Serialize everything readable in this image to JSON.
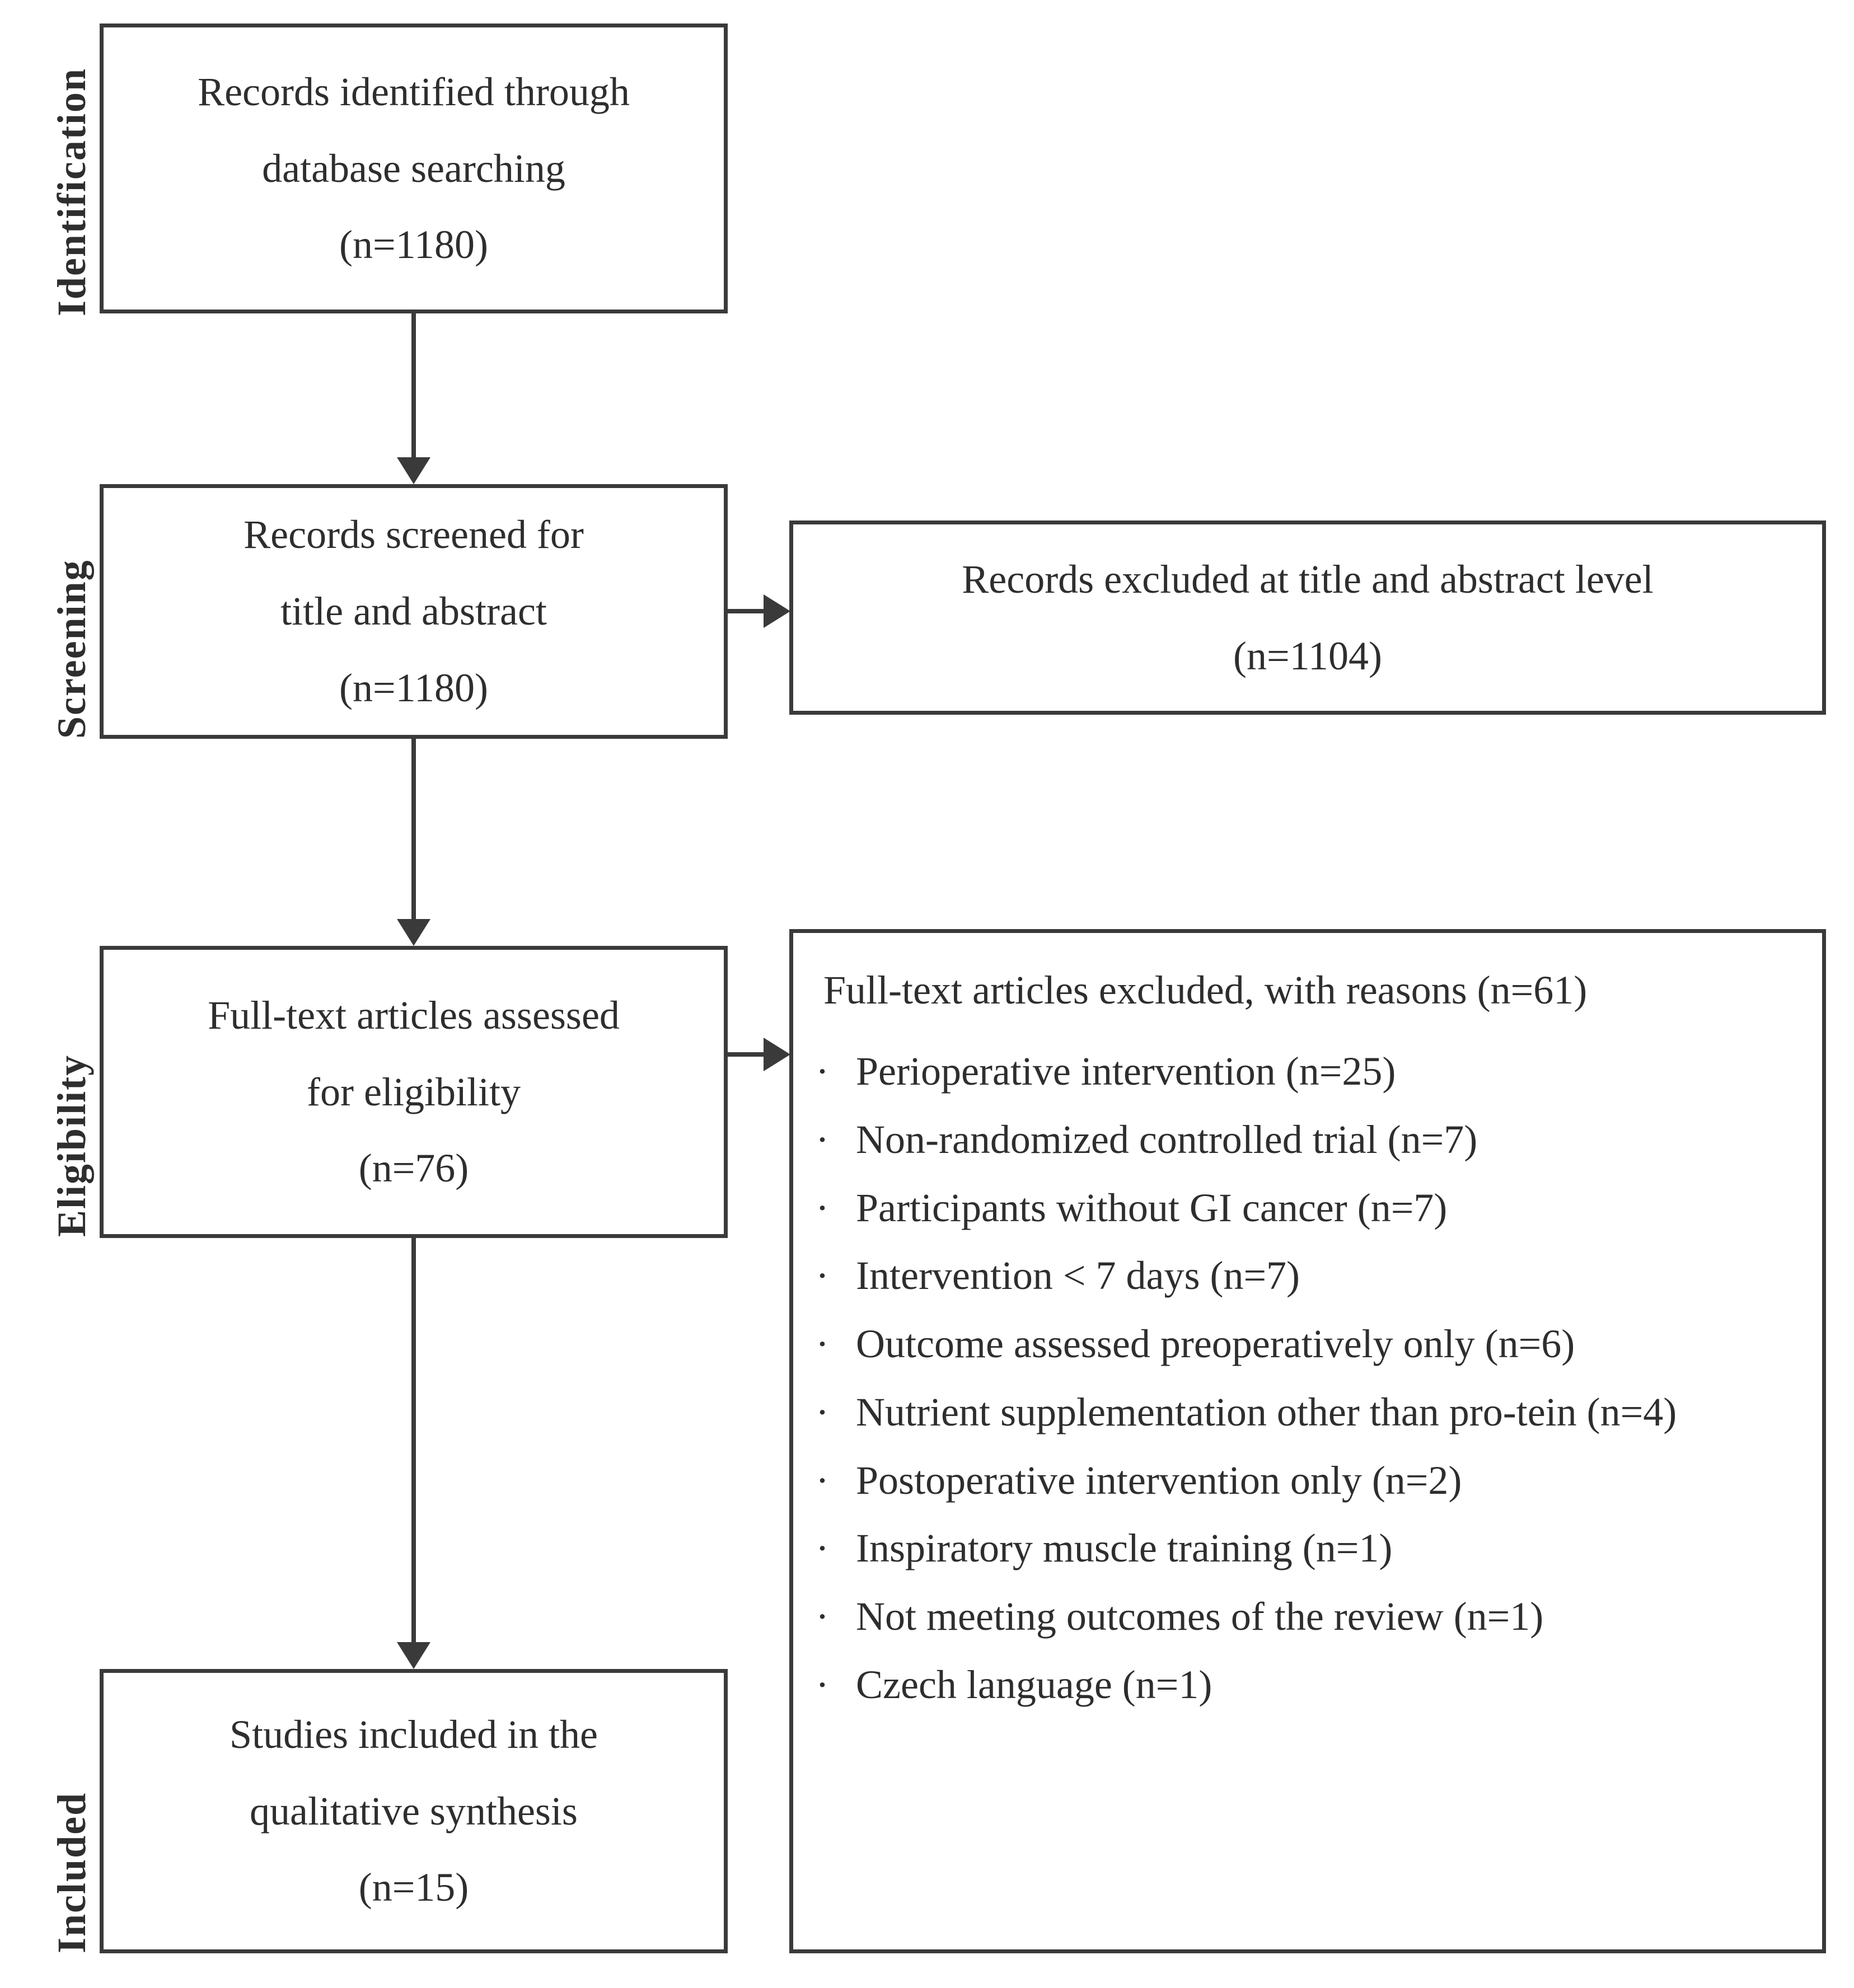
{
  "diagram": {
    "type": "prisma-flow-diagram",
    "stages": [
      {
        "id": "identification",
        "label": "Identification"
      },
      {
        "id": "screening",
        "label": "Screening"
      },
      {
        "id": "eligibility",
        "label": "Eligibility"
      },
      {
        "id": "included",
        "label": "Included"
      }
    ],
    "boxes": {
      "identified": {
        "line1": "Records identified through",
        "line2": "database searching",
        "line3": "(n=1180)",
        "n": 1180
      },
      "screened": {
        "line1": "Records screened for",
        "line2": "title and abstract",
        "line3": "(n=1180)",
        "n": 1180
      },
      "excluded_screening": {
        "line1": "Records excluded at title and abstract level",
        "line2": "(n=1104)",
        "n": 1104
      },
      "fulltext_assessed": {
        "line1": "Full-text articles assessed",
        "line2": "for eligibility",
        "line3": "(n=76)",
        "n": 76
      },
      "fulltext_excluded": {
        "title": "Full-text articles excluded, with reasons (n=61)",
        "n": 61,
        "bullet_glyph": "·",
        "reasons": [
          {
            "text": "Perioperative intervention (n=25)",
            "n": 25
          },
          {
            "text": "Non-randomized controlled trial (n=7)",
            "n": 7
          },
          {
            "text": "Participants without GI cancer (n=7)",
            "n": 7
          },
          {
            "text": "Intervention < 7 days (n=7)",
            "n": 7
          },
          {
            "text": "Outcome assessed preoperatively only (n=6)",
            "n": 6
          },
          {
            "text": "Nutrient supplementation other than pro-tein (n=4)",
            "n": 4
          },
          {
            "text": "Postoperative intervention only (n=2)",
            "n": 2
          },
          {
            "text": "Inspiratory muscle training (n=1)",
            "n": 1
          },
          {
            "text": "Not meeting outcomes of the review (n=1)",
            "n": 1
          },
          {
            "text": "Czech language (n=1)",
            "n": 1
          }
        ]
      },
      "included_synthesis": {
        "line1": "Studies included in the",
        "line2": "qualitative synthesis",
        "line3": "(n=15)",
        "n": 15
      }
    },
    "colors": {
      "stroke": "#3a3a3a",
      "text": "#2e2e2e",
      "background": "#ffffff"
    }
  }
}
